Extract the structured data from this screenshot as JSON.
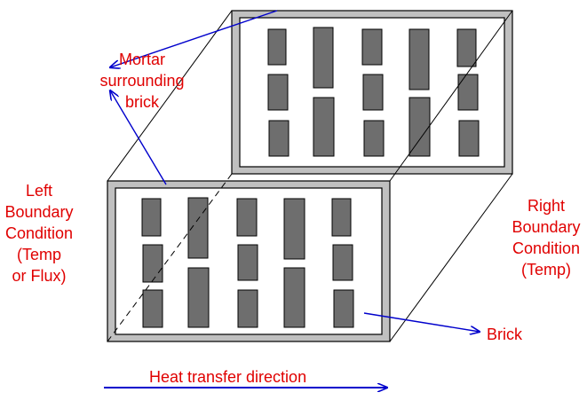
{
  "labels": {
    "mortar": [
      "Mortar",
      "surrounding",
      "brick"
    ],
    "left_boundary": [
      "Left",
      "Boundary",
      "Condition",
      "(Temp",
      "or Flux)"
    ],
    "right_boundary": [
      "Right",
      "Boundary",
      "Condition",
      "(Temp)"
    ],
    "brick": "Brick",
    "heat_transfer": "Heat transfer direction"
  },
  "colors": {
    "label_text": "#e00000",
    "arrow": "#0000cc",
    "mortar_fill": "#c0c0c0",
    "brick_fill": "#6e6e6e",
    "outline": "#000000"
  }
}
